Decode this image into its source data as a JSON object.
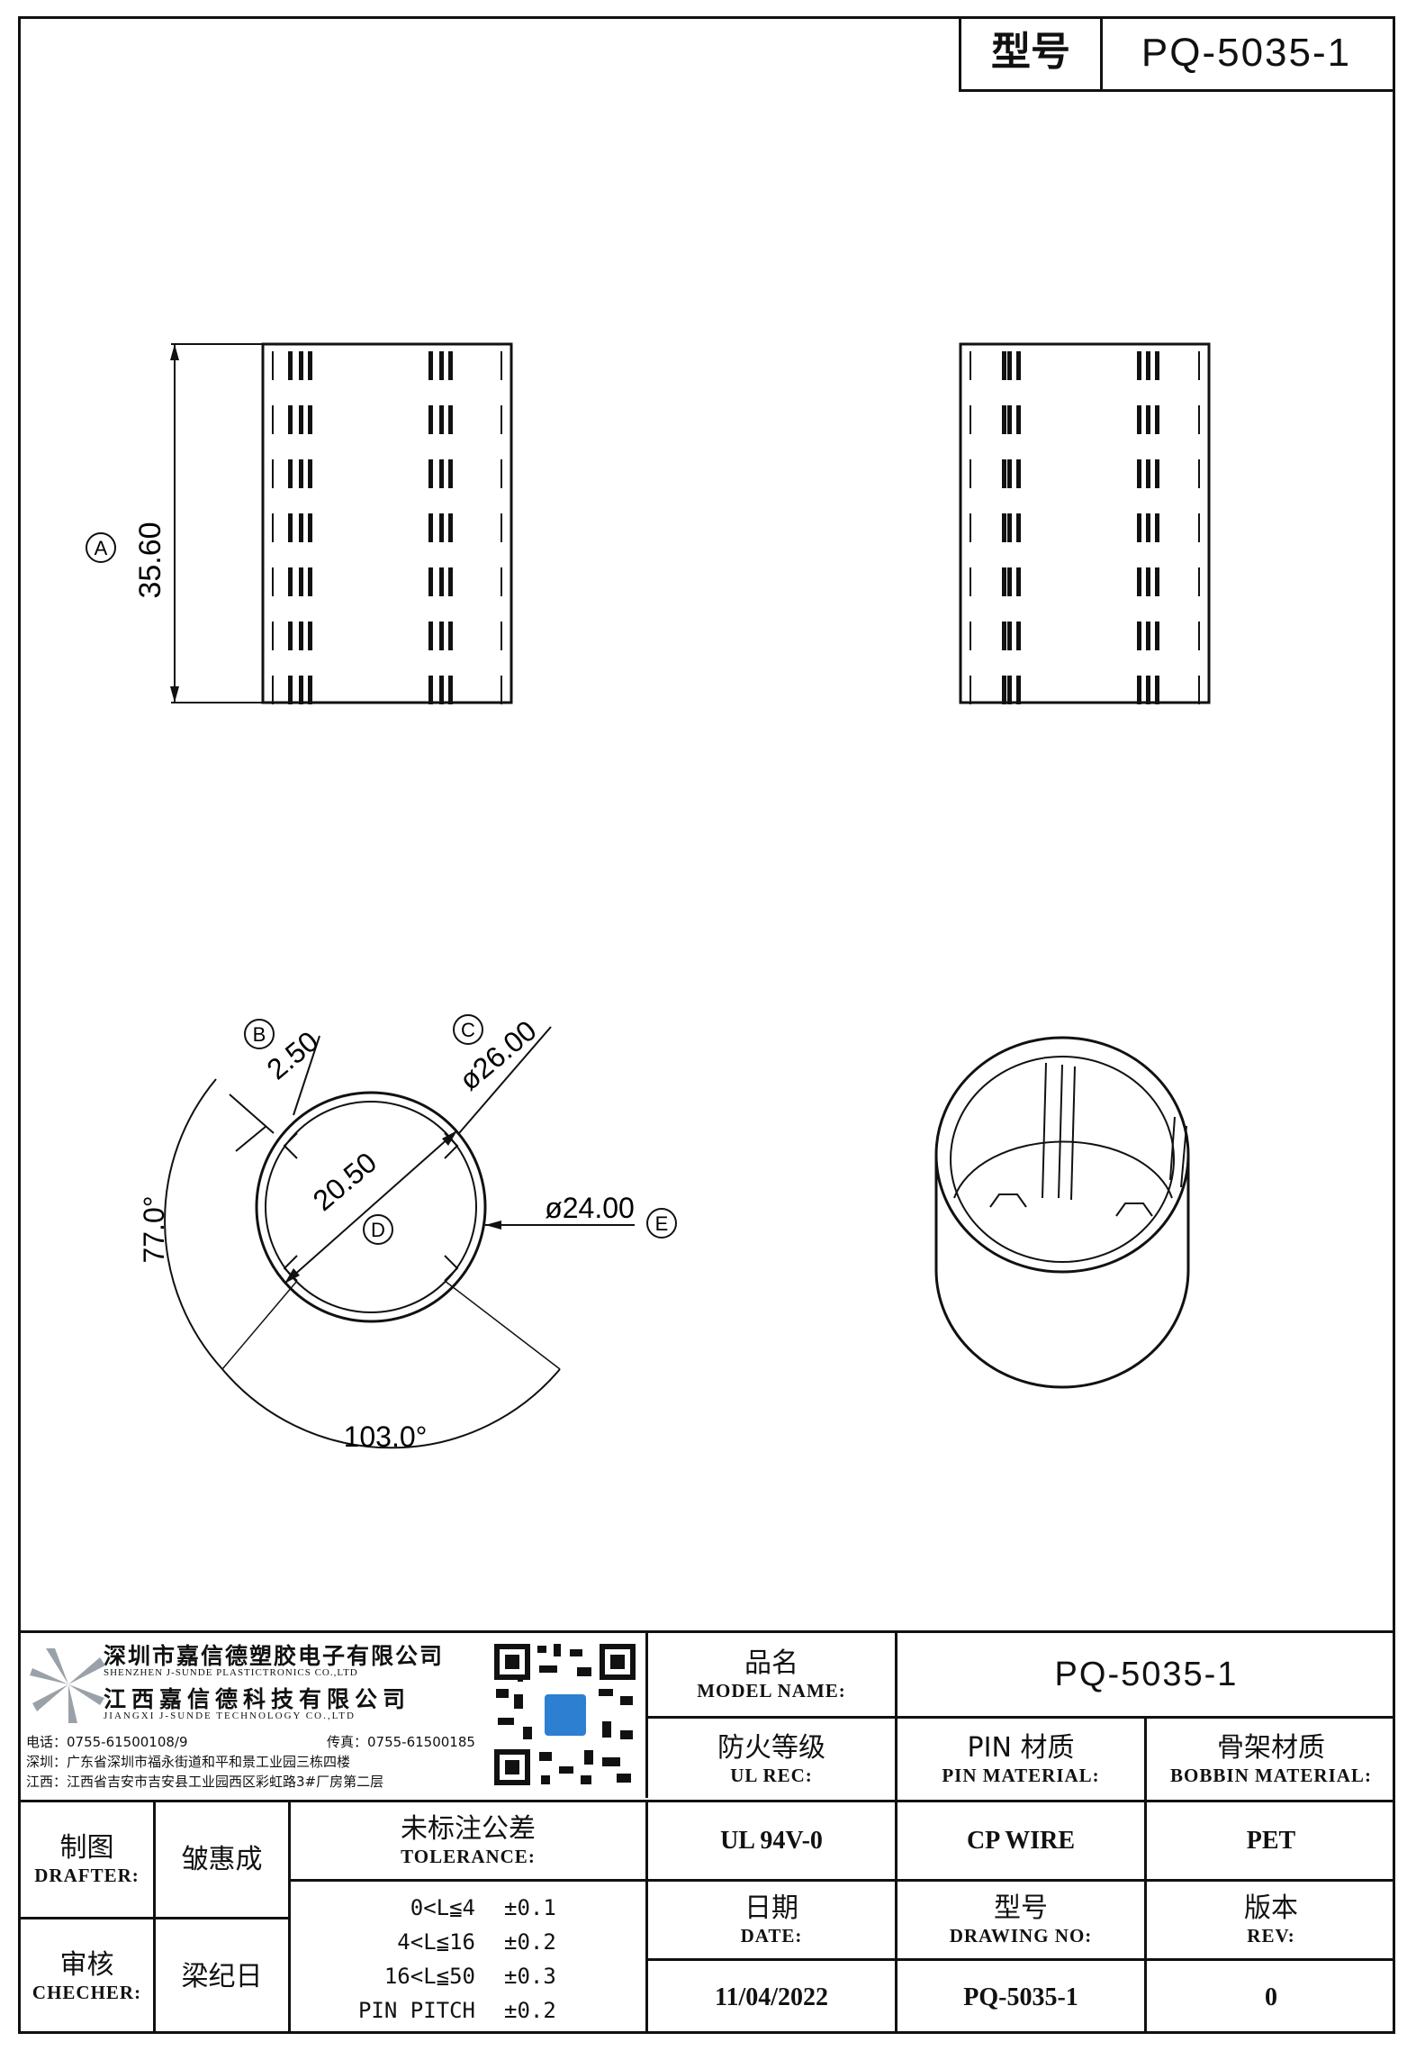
{
  "header": {
    "model_label": "型号",
    "model_value": "PQ-5035-1"
  },
  "dims": {
    "a_label": "A",
    "a_value": "35.60",
    "b_label": "B",
    "b_value": "2.50",
    "c_label": "C",
    "c_value": "ø26.00",
    "d_label": "D",
    "d_value": "20.50",
    "e_label": "E",
    "e_value": "ø24.00",
    "angle1": "77.0°",
    "angle2": "103.0°"
  },
  "company": {
    "name_cn_1": "深圳市嘉信德塑胶电子有限公司",
    "name_en_1": "SHENZHEN J-SUNDE PLASTICTRONICS CO.,LTD",
    "name_cn_2": "江西嘉信德科技有限公司",
    "name_en_2": "JIANGXI J-SUNDE TECHNOLOGY CO.,LTD",
    "phone": "电话：0755-61500108/9",
    "fax": "传真：0755-61500185",
    "addr_sz": "深圳：广东省深圳市福永街道和平和景工业园三栋四楼",
    "addr_jx": "江西：江西省吉安市吉安县工业园西区彩虹路3#厂房第二层"
  },
  "titleblock": {
    "model_name_cn": "品名",
    "model_name_en": "MODEL NAME:",
    "model_name_value": "PQ-5035-1",
    "ul_cn": "防火等级",
    "ul_en": "UL REC:",
    "ul_value": "UL 94V-0",
    "pin_cn": "PIN 材质",
    "pin_en": "PIN MATERIAL:",
    "pin_value": "CP WIRE",
    "bobbin_cn": "骨架材质",
    "bobbin_en": "BOBBIN MATERIAL:",
    "bobbin_value": "PET",
    "drafter_cn": "制图",
    "drafter_en": "DRAFTER:",
    "drafter_name": "皱惠成",
    "checker_cn": "审核",
    "checker_en": "CHECHER:",
    "checker_name": "梁纪日",
    "tol_cn": "未标注公差",
    "tol_en": "TOLERANCE:",
    "tolerances": [
      {
        "range": "0<L≦4",
        "value": "±0.1"
      },
      {
        "range": "4<L≦16",
        "value": "±0.2"
      },
      {
        "range": "16<L≦50",
        "value": "±0.3"
      },
      {
        "range": "PIN PITCH",
        "value": "±0.2"
      }
    ],
    "date_cn": "日期",
    "date_en": "DATE:",
    "date_value": "11/04/2022",
    "drawing_cn": "型号",
    "drawing_en": "DRAWING NO:",
    "drawing_value": "PQ-5035-1",
    "rev_cn": "版本",
    "rev_en": "REV:",
    "rev_value": "0"
  }
}
